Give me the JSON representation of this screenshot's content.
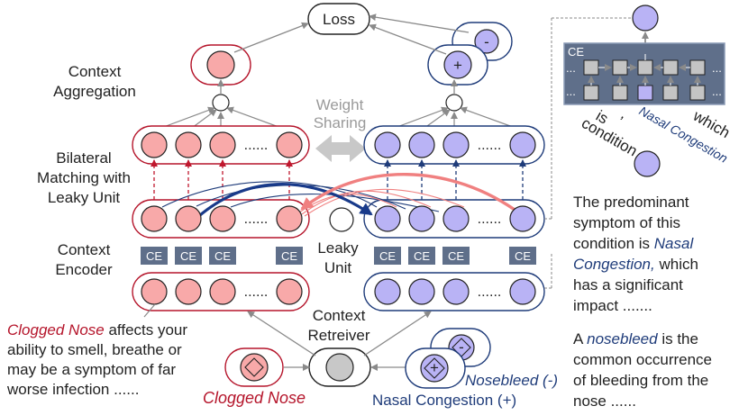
{
  "labels": {
    "loss": "Loss",
    "context_aggregation": [
      "Context",
      "Aggregation"
    ],
    "weight_sharing": [
      "Weight",
      "Sharing"
    ],
    "bilateral_matching": [
      "Bilateral",
      "Matching with",
      "Leaky Unit"
    ],
    "context_encoder": [
      "Context",
      "Encoder"
    ],
    "leaky_unit": [
      "Leaky",
      "Unit"
    ],
    "context_retriever": [
      "Context",
      "Retreiver"
    ],
    "ce": "CE",
    "ellipsis": "......",
    "minus": "-",
    "plus": "+"
  },
  "left_text": {
    "highlight": "Clogged Nose",
    "line1_rest": " affects your",
    "line2": "ability to smell, breathe or",
    "line3": "may be a symptom of far",
    "line4": "worse infection ......"
  },
  "bottom_labels": {
    "clogged_nose": "Clogged Nose",
    "nosebleed": "Nosebleed (-)",
    "nasal_congestion": "Nasal Congestion (+)"
  },
  "inset": {
    "ce_label": "CE",
    "words": [
      "is",
      "condition",
      ",",
      "Nasal Congestion",
      "which"
    ],
    "dots_left": "...",
    "dots_right": "..."
  },
  "right_text": {
    "para1_line1": "The predominant",
    "para1_line2": "symptom of this",
    "para1_line3_a": "condition is ",
    "para1_line3_b": "Nasal",
    "para1_line4_a": "Congestion,",
    "para1_line4_b": " which",
    "para1_line5": "has a significant",
    "para1_line6": "impact .......",
    "para2_line1_a": "A ",
    "para2_line1_b": "nosebleed",
    "para2_line1_c": " is the",
    "para2_line2": "common occurrence",
    "para2_line3": "of bleeding from the",
    "para2_line4": "nose ......"
  },
  "colors": {
    "red_fill": "#f8a9a9",
    "red_stroke": "#b5152b",
    "blue_fill": "#b9b3f5",
    "blue_stroke": "#1f3c7a",
    "ce_fill": "#5f6f8a",
    "grey_arrow": "#9a9a9a",
    "thick_red": "#f08080",
    "thick_blue": "#183a8a"
  }
}
